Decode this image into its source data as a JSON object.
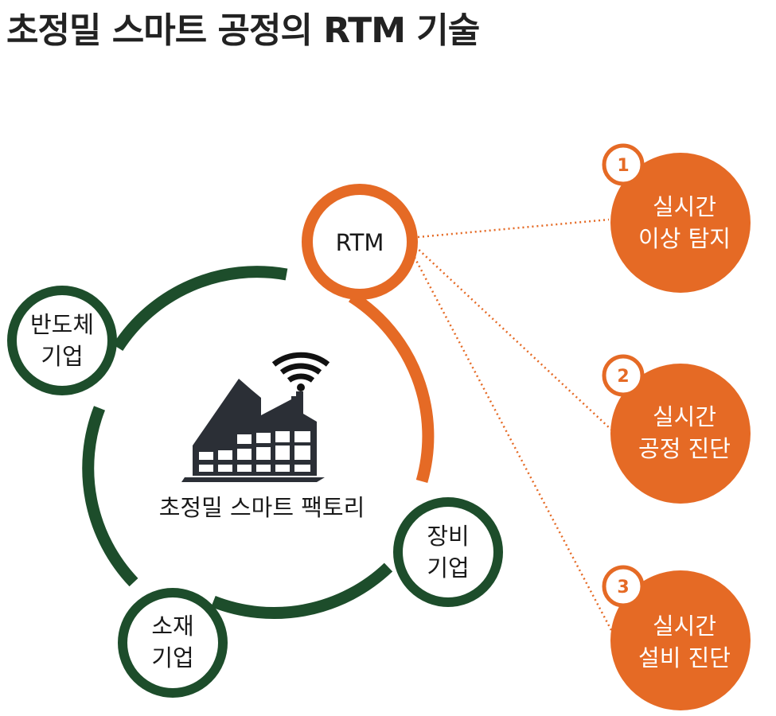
{
  "title": "초정밀 스마트 공정의 RTM 기술",
  "center": {
    "label": "초정밀 스마트 팩토리"
  },
  "rtm": {
    "label": "RTM"
  },
  "companies": {
    "semiconductor": [
      "반도체",
      "기업"
    ],
    "material": [
      "소재",
      "기업"
    ],
    "equipment": [
      "장비",
      "기업"
    ]
  },
  "steps": [
    {
      "number": "1",
      "lines": [
        "실시간",
        "이상 탐지"
      ]
    },
    {
      "number": "2",
      "lines": [
        "실시간",
        "공정 진단"
      ]
    },
    {
      "number": "3",
      "lines": [
        "실시간",
        "설비 진단"
      ]
    }
  ],
  "colors": {
    "green": "#1d4d2b",
    "orange": "#e56a25",
    "factory": "#2b2f36"
  },
  "icons": {
    "center": "factory-icon",
    "signal": "wifi-icon"
  }
}
